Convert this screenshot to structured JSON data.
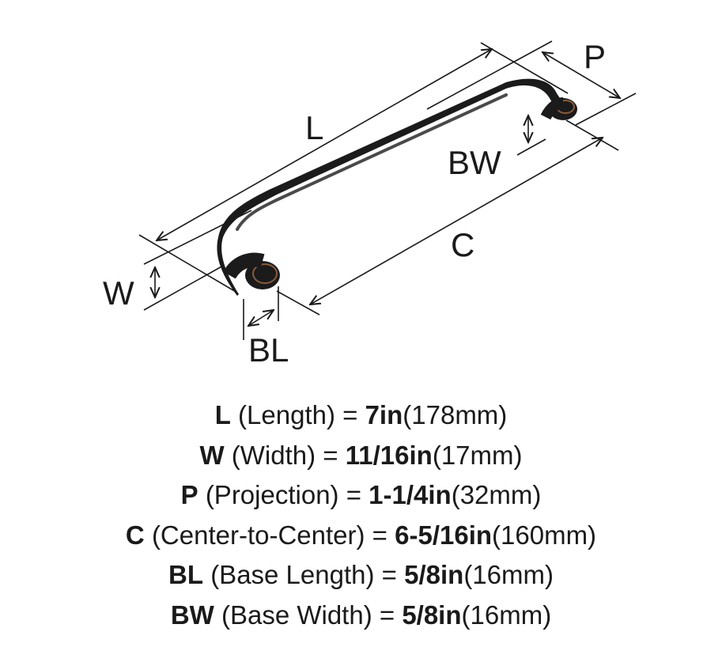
{
  "diagram": {
    "labels": {
      "length": "L",
      "projection": "P",
      "base_width": "BW",
      "center_to_center": "C",
      "width": "W",
      "base_length": "BL"
    },
    "colors": {
      "handle": "#1b1b1b",
      "handle_highlight": "#4a4a4a",
      "base_rim": "#8a5a3a",
      "lines": "#1a1a1a"
    }
  },
  "specs": [
    {
      "abbr": "L",
      "name": "(Length) =",
      "imperial": "7in",
      "metric": "(178mm)"
    },
    {
      "abbr": "W",
      "name": "(Width) =",
      "imperial": "11/16in",
      "metric": "(17mm)"
    },
    {
      "abbr": "P",
      "name": "(Projection) =",
      "imperial": "1-1/4in",
      "metric": "(32mm)"
    },
    {
      "abbr": "C",
      "name": "(Center-to-Center) =",
      "imperial": "6-5/16in",
      "metric": "(160mm)"
    },
    {
      "abbr": "BL",
      "name": "(Base Length) =",
      "imperial": "5/8in",
      "metric": "(16mm)"
    },
    {
      "abbr": "BW",
      "name": "(Base Width) =",
      "imperial": "5/8in",
      "metric": "(16mm)"
    }
  ]
}
